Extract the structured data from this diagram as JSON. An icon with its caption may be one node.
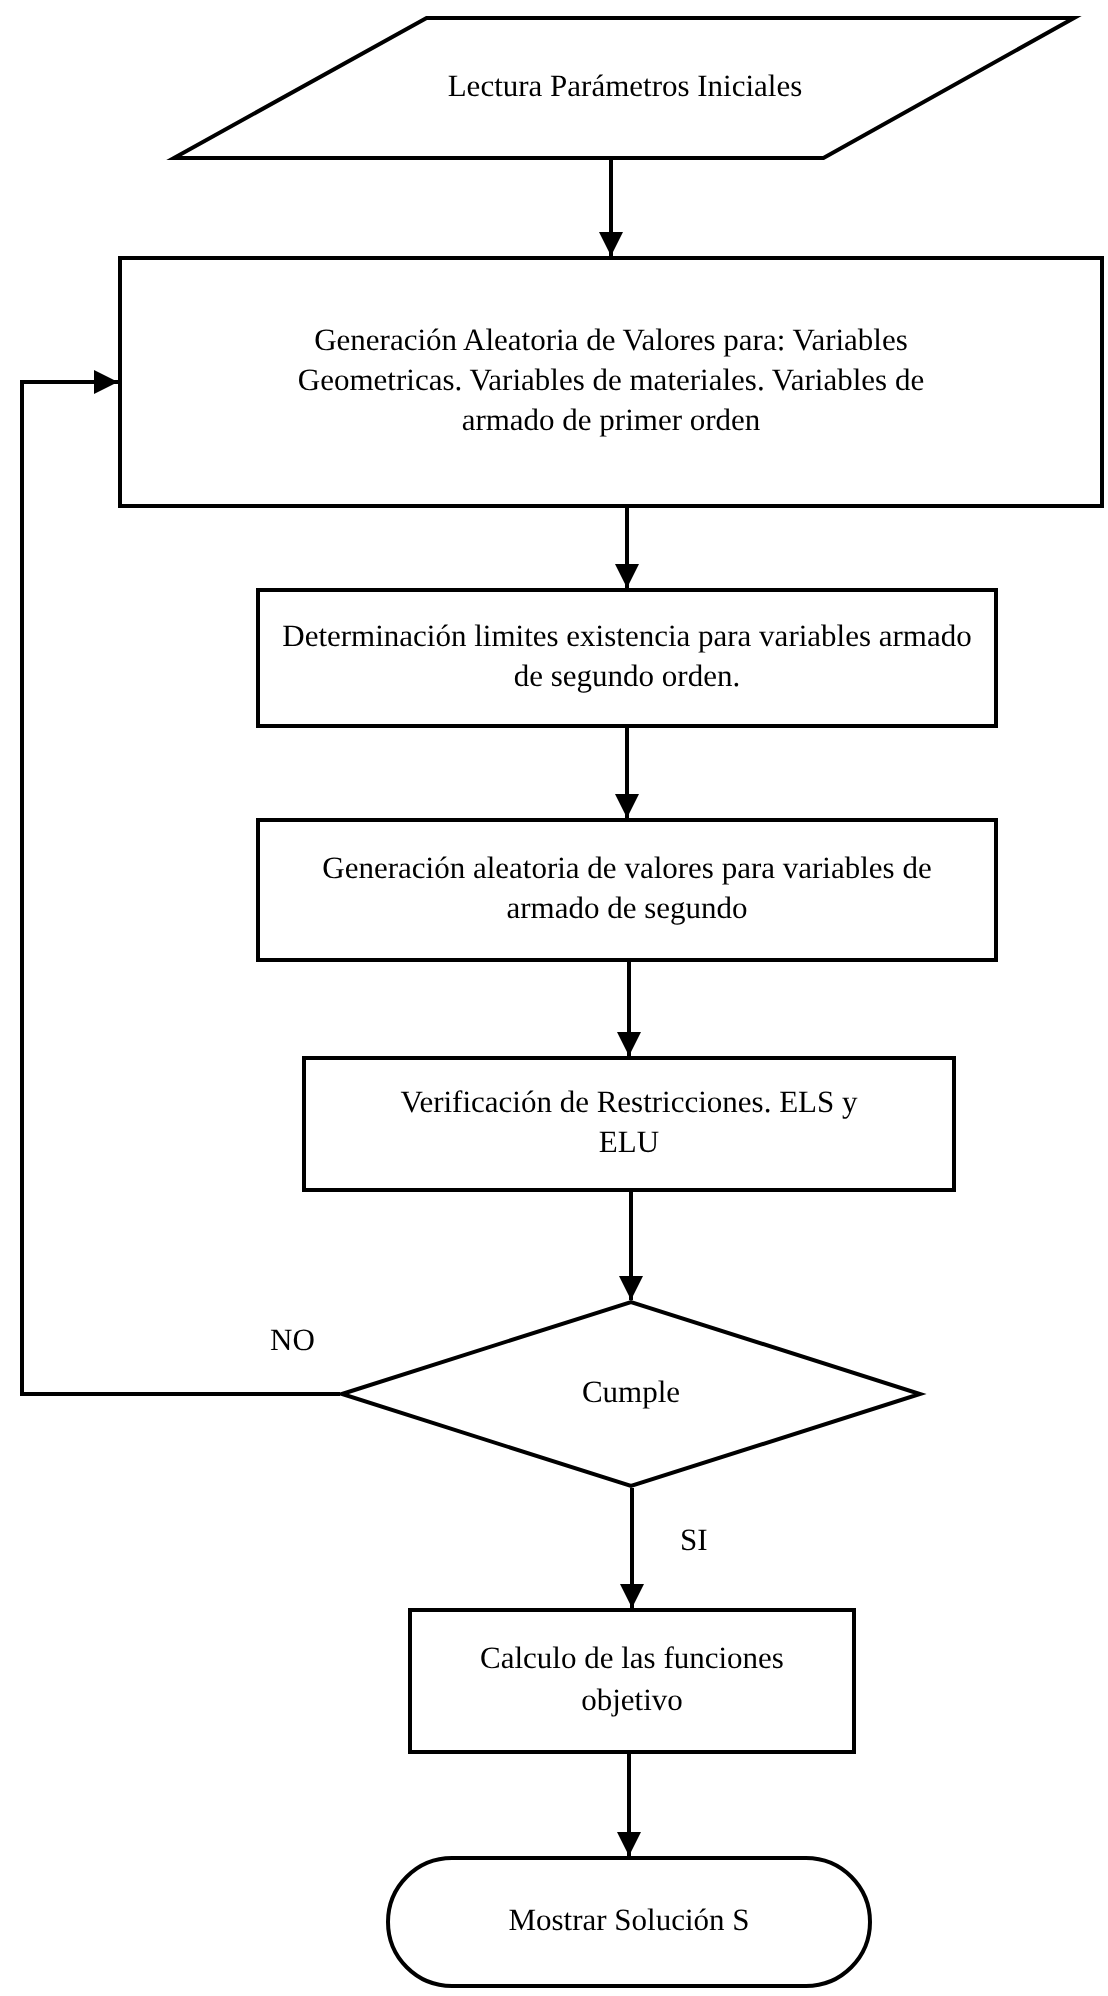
{
  "diagram": {
    "nodes": [
      {
        "text": [
          "Lectura Parámetros Iniciales"
        ]
      },
      {
        "text": [
          "Generación Aleatoria de Valores para: Variables Geometricas. Variables de materiales. Variables de armado de primer orden"
        ]
      },
      {
        "text": [
          "Determinación limites existencia para variables armado de segundo orden."
        ]
      },
      {
        "text": [
          "Generación aleatoria de valores para variables de armado de segundo"
        ]
      },
      {
        "text": [
          "Verificación de Restricciones. ELS y ELU"
        ]
      },
      {
        "text": [
          "Cumple"
        ]
      },
      {
        "text": [
          "Calculo de las funciones objetivo"
        ]
      },
      {
        "text": [
          "Mostrar Solución S"
        ]
      }
    ],
    "edges": [
      {
        "from": 0,
        "to": 1,
        "arrow": "to"
      },
      {
        "from": 1,
        "to": 2,
        "arrow": "to"
      },
      {
        "from": 2,
        "to": 3,
        "arrow": "to"
      },
      {
        "from": 3,
        "to": 4,
        "arrow": "to"
      },
      {
        "from": 4,
        "to": 5,
        "arrow": "to"
      },
      {
        "from": 5,
        "to": 6,
        "arrow": "to",
        "label": "SI"
      },
      {
        "from": 6,
        "to": 7,
        "arrow": "to"
      },
      {
        "from": 5,
        "to": 1,
        "arrow": "to",
        "label": "NO"
      }
    ]
  }
}
